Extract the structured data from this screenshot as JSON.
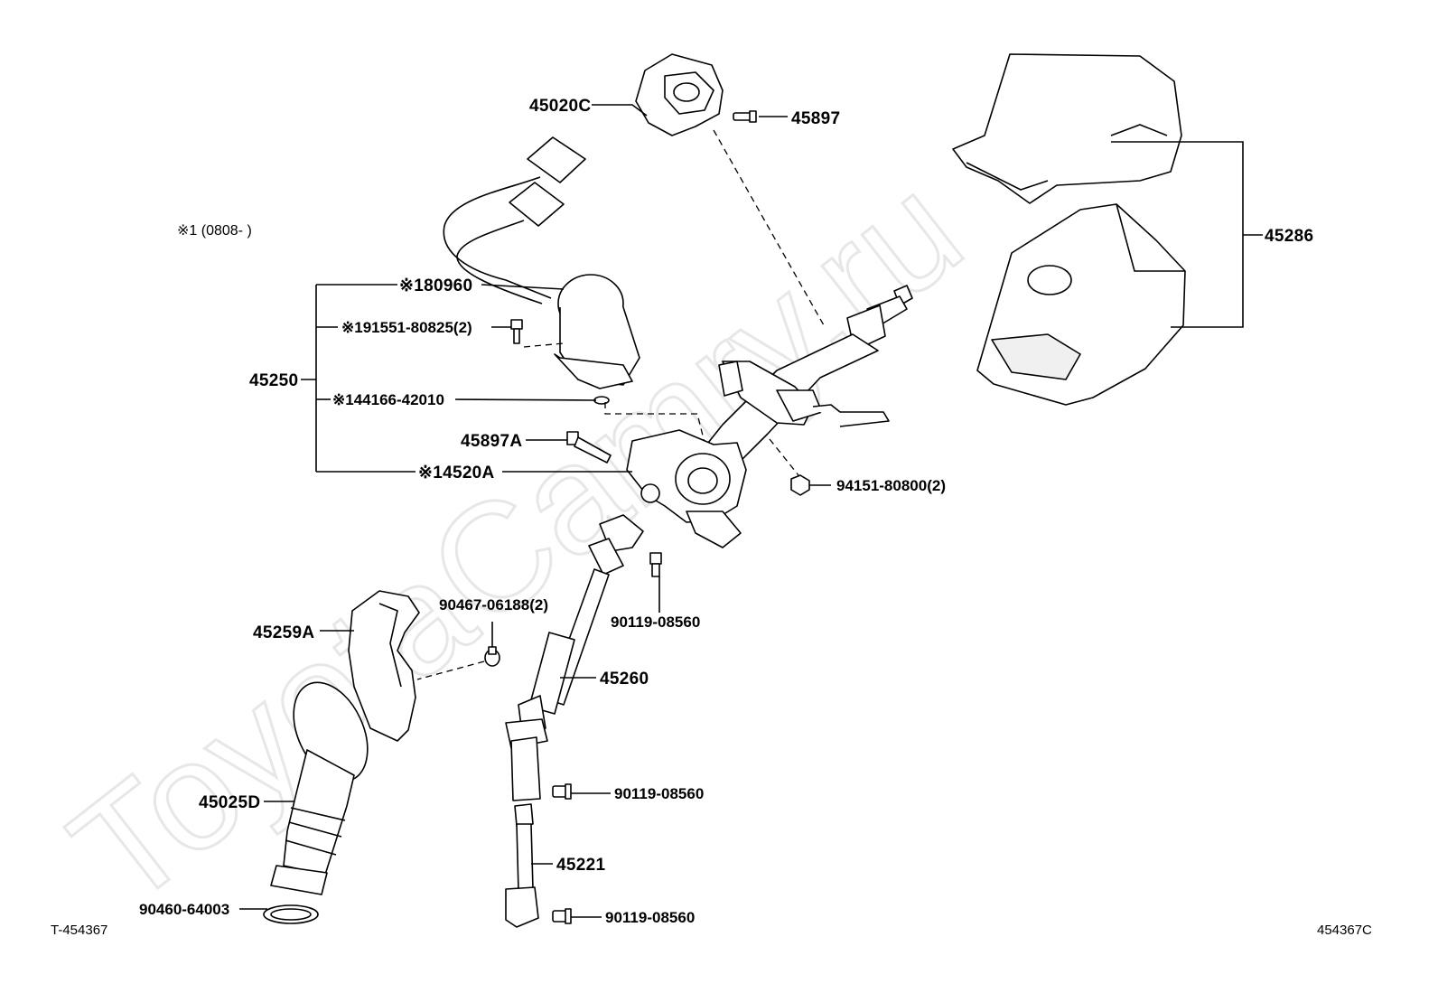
{
  "watermark": "ToyotaCamry.ru",
  "note": "※1 (0808-    )",
  "footer": {
    "left_code": "T-454367",
    "right_code": "454367C"
  },
  "labels": {
    "p45020C": "45020C",
    "p45897": "45897",
    "p45286": "45286",
    "p80960": "※180960",
    "p191551": "※191551-80825(2)",
    "p45250": "45250",
    "p144166": "※144166-42010",
    "p45897A": "45897A",
    "p14520A": "※14520A",
    "p94151": "94151-80800(2)",
    "p90467": "90467-06188(2)",
    "p90119a": "90119-08560",
    "p45259A": "45259A",
    "p45260": "45260",
    "p45025D": "45025D",
    "p90119b": "90119-08560",
    "p45221": "45221",
    "p90460": "90460-64003",
    "p90119c": "90119-08560"
  }
}
